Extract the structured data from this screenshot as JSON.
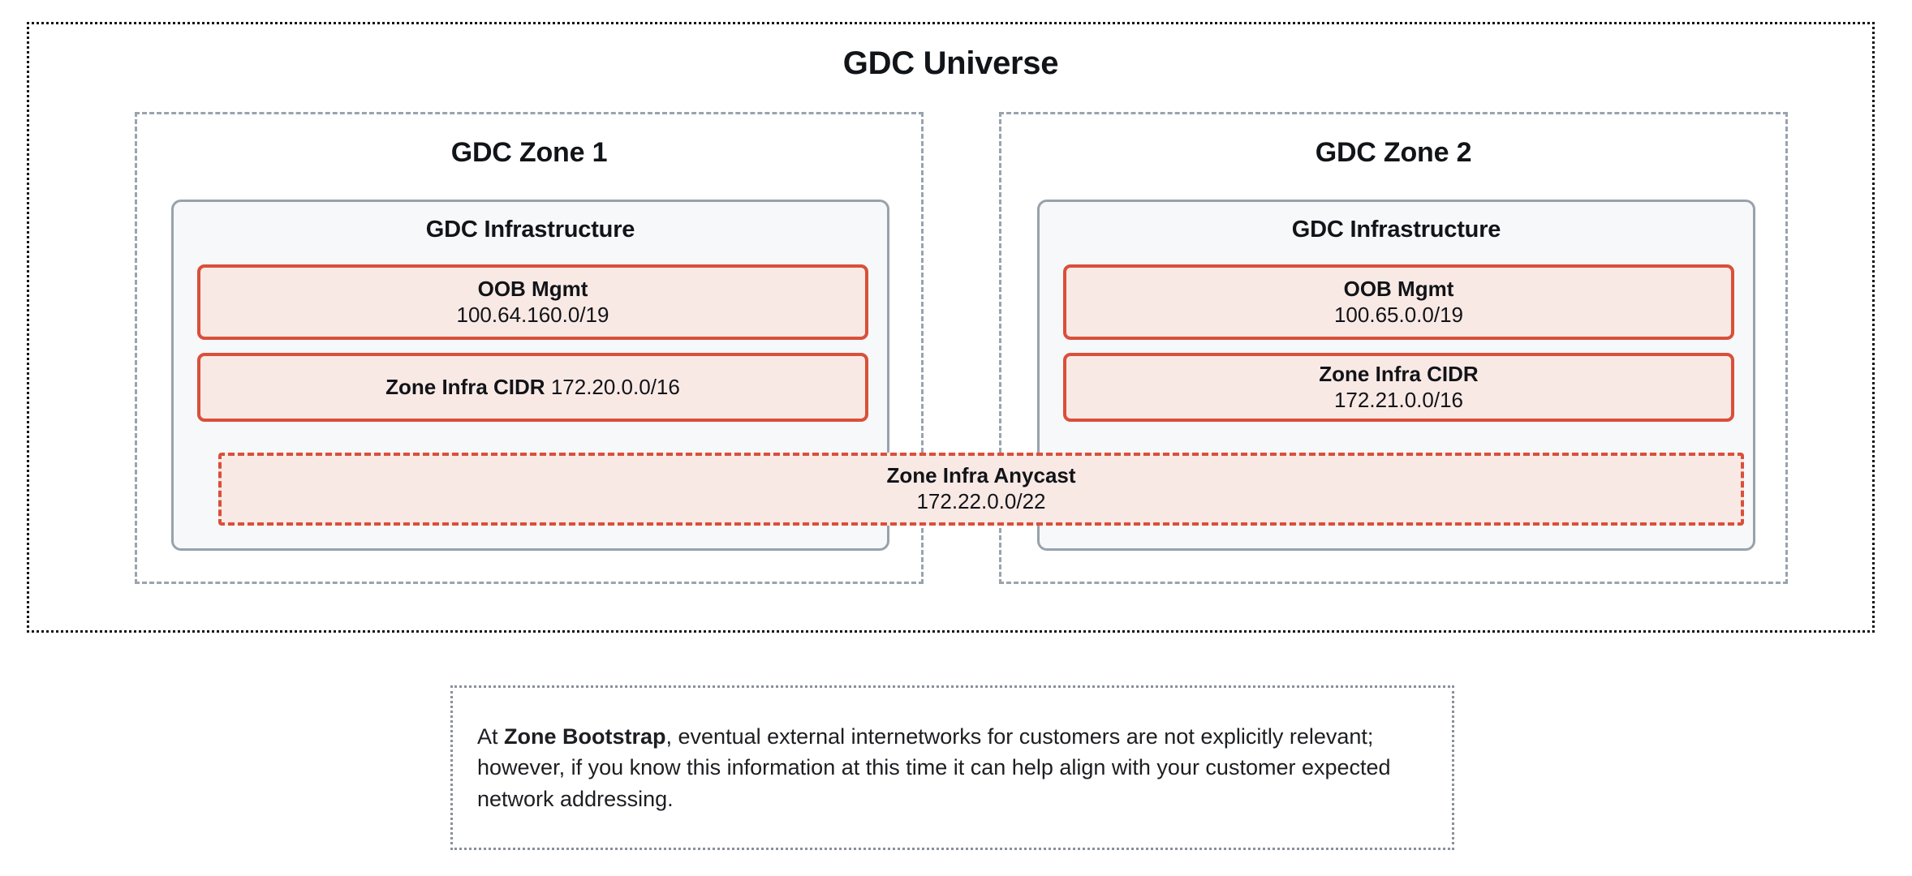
{
  "universe": {
    "title": "GDC Universe"
  },
  "zones": [
    {
      "title": "GDC Zone 1",
      "infrastructure": {
        "title": "GDC Infrastructure",
        "networks": [
          {
            "name": "OOB Mgmt",
            "cidr": "100.64.160.0/19",
            "layout": "stacked"
          },
          {
            "name": "Zone Infra CIDR",
            "cidr": "172.20.0.0/16",
            "layout": "inline"
          }
        ]
      }
    },
    {
      "title": "GDC Zone 2",
      "infrastructure": {
        "title": "GDC Infrastructure",
        "networks": [
          {
            "name": "OOB Mgmt",
            "cidr": "100.65.0.0/19",
            "layout": "stacked"
          },
          {
            "name": "Zone Infra CIDR",
            "cidr": "172.21.0.0/16",
            "layout": "stacked"
          }
        ]
      }
    }
  ],
  "anycast": {
    "name": "Zone Infra Anycast",
    "cidr": "172.22.0.0/22"
  },
  "note": {
    "lead": "At ",
    "emphasis": "Zone Bootstrap",
    "rest": ", eventual external internetworks for customers are not explicitly relevant; however, if you know this information at this time it can help align with your customer expected network addressing."
  },
  "colors": {
    "network_border": "#d9503a",
    "network_fill": "#f9e9e5",
    "infra_fill": "#f6f8fa",
    "infra_border": "#98a2ab",
    "zone_border": "#9aa3ad",
    "universe_border": "#111418",
    "note_border": "#8a9099"
  }
}
